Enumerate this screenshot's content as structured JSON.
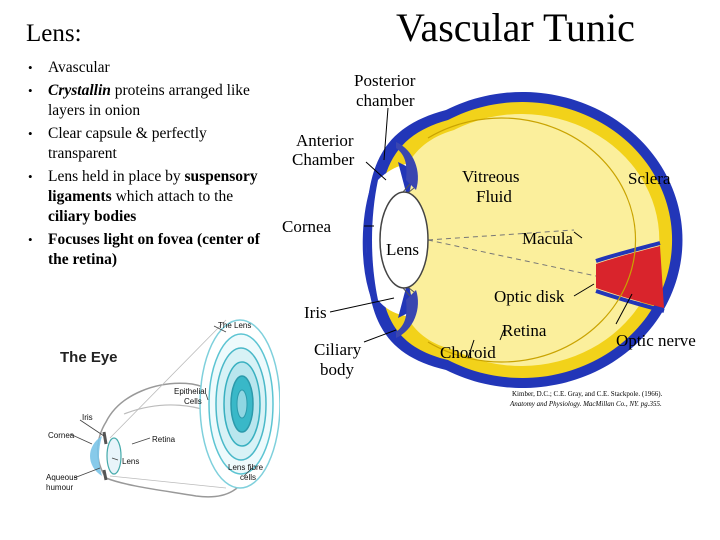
{
  "title": "Vascular Tunic",
  "section": {
    "heading": "Lens:",
    "bullets": [
      {
        "parts": [
          {
            "text": "Avascular",
            "style": "normal"
          }
        ]
      },
      {
        "parts": [
          {
            "text": "Crystallin",
            "style": "bold-italic"
          },
          {
            "text": " proteins arranged like layers in onion",
            "style": "normal"
          }
        ]
      },
      {
        "parts": [
          {
            "text": "Clear capsule & perfectly transparent",
            "style": "normal"
          }
        ]
      },
      {
        "parts": [
          {
            "text": "Lens held in place by ",
            "style": "normal"
          },
          {
            "text": "suspensory ligaments",
            "style": "bold"
          },
          {
            "text": " which attach to the ",
            "style": "normal"
          },
          {
            "text": "ciliary bodies",
            "style": "bold"
          }
        ]
      },
      {
        "parts": [
          {
            "text": "Focuses light on fovea (center of the retina)",
            "style": "bold"
          }
        ]
      }
    ]
  },
  "main_diagram": {
    "labels": {
      "posterior_chamber": [
        "Posterior",
        "chamber"
      ],
      "anterior_chamber": [
        "Anterior",
        "Chamber"
      ],
      "vitreous_fluid": [
        "Vitreous",
        "Fluid"
      ],
      "sclera": "Sclera",
      "cornea": "Cornea",
      "lens": "Lens",
      "macula": "Macula",
      "optic_disk": "Optic disk",
      "iris": "Iris",
      "retina": "Retina",
      "optic_nerve": "Optic nerve",
      "ciliary_body": [
        "Ciliary",
        "body"
      ],
      "choroid": "Choroid"
    },
    "citation": [
      "Kimber, D.C.; C.E. Gray, and C.E. Stackpole. (1966).",
      "Anatomy and Physiology. MacMillan Co., NY. pg.355."
    ],
    "colors": {
      "vitreous": "#fbef9c",
      "choroid": "#f2d21a",
      "sclera": "#2236b8",
      "optic_nerve": "#d9242c",
      "lens": "#ffffff"
    }
  },
  "small_diagram": {
    "title": "The Eye",
    "labels": {
      "the_lens": "The Lens",
      "epithelial_cells": [
        "Epithelial",
        "Cells"
      ],
      "iris": "Iris",
      "cornea": "Cornea",
      "retina": "Retina",
      "lens": "Lens",
      "aqueous_humour": [
        "Aqueous",
        "humour"
      ],
      "lens_fibre_cells": [
        "Lens fibre",
        "cells"
      ]
    },
    "colors": {
      "lens_layers": "#39b8c8",
      "cornea": "#7ac4e8"
    }
  }
}
